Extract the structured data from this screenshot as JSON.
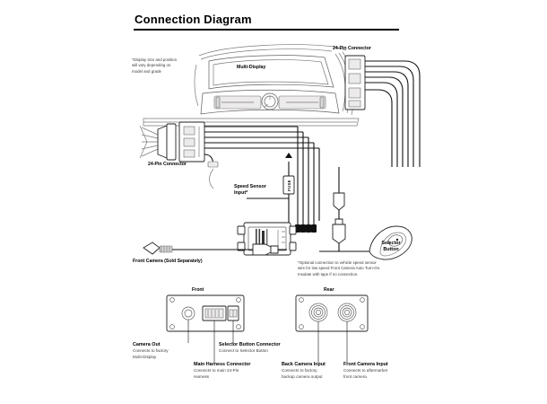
{
  "page": {
    "title": "Connection Diagram"
  },
  "annotations": {
    "display_note": "*Display size and position\nwill vary depending on\nmodel and grade",
    "speed_note": "*Optional connection to vehicle speed sensor\nwire for low speed Front Camera Auto Turn-On.\nInsulate with tape if no connection."
  },
  "labels": {
    "multi_display": "Multi-Display",
    "connector_top": "24-Pin Connector",
    "connector_left": "24-Pin Connector",
    "speed_sensor": "Speed Sensor\nInput*",
    "fuse": "FUSE",
    "selector_button": "Selector\nButton",
    "front_camera": "Front Camera (Sold Separately)"
  },
  "panels": {
    "front": {
      "title": "Front",
      "callouts": [
        {
          "name": "Camera Out",
          "desc": "Connects to factory\nMulti-Display"
        },
        {
          "name": "Main Harness Connector",
          "desc": "Connects to main 24-Pin\nHarness"
        },
        {
          "name": "Selector Button Connector",
          "desc": "Connect to Selector Button"
        }
      ]
    },
    "rear": {
      "title": "Rear",
      "callouts": [
        {
          "name": "Back Camera Input",
          "desc": "Connects to factory\nbackup camera output"
        },
        {
          "name": "Front Camera Input",
          "desc": "Connects to aftermarket\nfront camera"
        }
      ]
    }
  },
  "colors": {
    "ink": "#111111",
    "line_gray": "#5f5f5f",
    "background": "#ffffff"
  }
}
